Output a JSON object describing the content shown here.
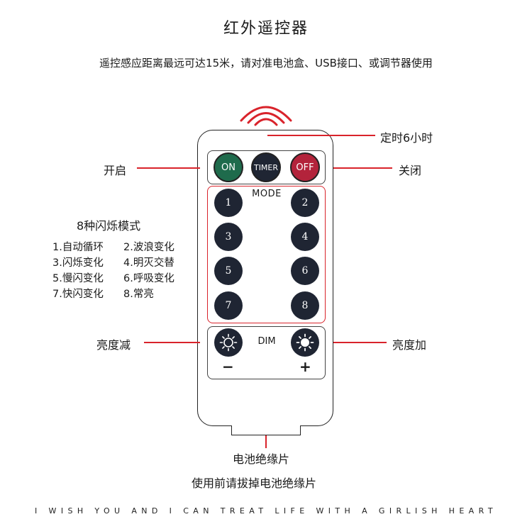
{
  "title": "红外遥控器",
  "subtitle": "遥控感应距离最远可达15米，请对准电池盒、USB接口、或调节器使用",
  "callouts": {
    "timer": "定时6小时",
    "on": "开启",
    "off": "关闭",
    "dim_minus": "亮度减",
    "dim_plus": "亮度加",
    "battery_tab": "电池绝缘片",
    "battery_note": "使用前请拔掉电池绝缘片"
  },
  "modes": {
    "heading": "8种闪烁模式",
    "rows": [
      [
        "1.自动循环",
        "2.波浪变化"
      ],
      [
        "3.闪烁变化",
        "4.明灭交替"
      ],
      [
        "5.慢闪变化",
        "6.呼吸变化"
      ],
      [
        "7.快闪变化",
        "8.常亮"
      ]
    ]
  },
  "remote": {
    "buttons": {
      "on": "ON",
      "timer": "TIMER",
      "off": "OFF"
    },
    "mode_label": "MODE",
    "numbers": [
      "1",
      "2",
      "3",
      "4",
      "5",
      "6",
      "7",
      "8"
    ],
    "dim_label": "DIM",
    "minus": "−",
    "plus": "+"
  },
  "footer": "I WISH YOU AND I CAN TREAT LIFE WITH A GIRLISH HEART",
  "colors": {
    "accent_red": "#d9232b",
    "on_green": "#1f6b4c",
    "timer_navy": "#1f2533",
    "off_red": "#b3233b",
    "button_dark": "#1f2533"
  }
}
